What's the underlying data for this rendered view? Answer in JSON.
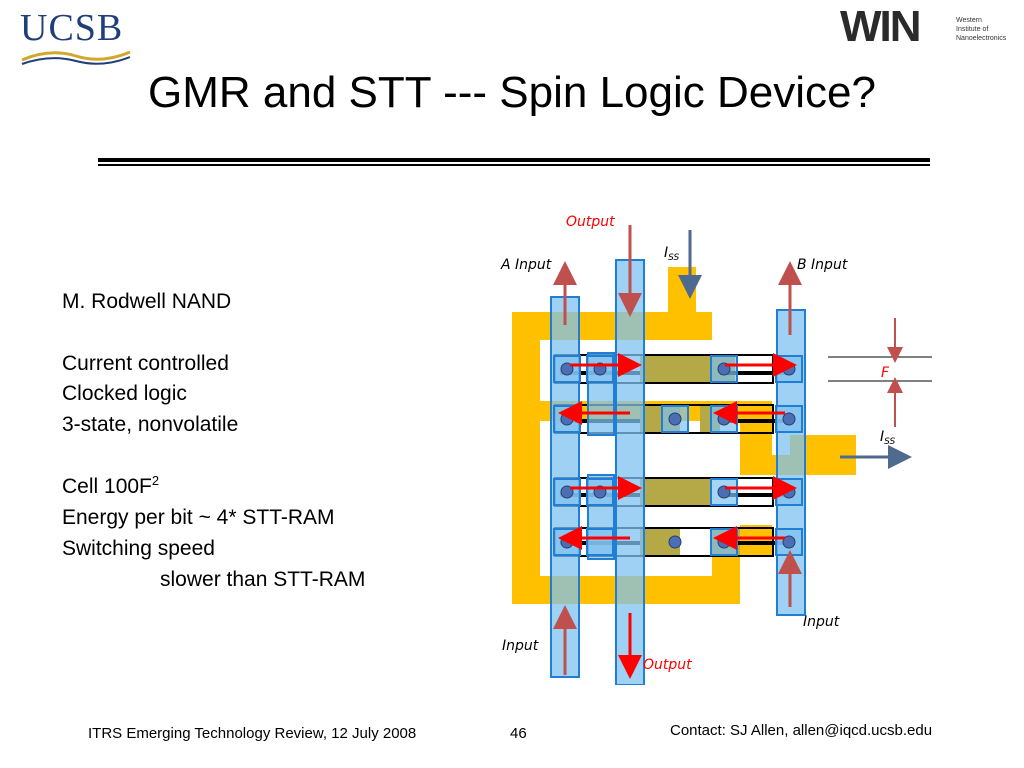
{
  "header": {
    "ucsb_logo_text": "UCSB",
    "win_logo_text": "WIN",
    "win_logo_lines": [
      "Western",
      "Institute of",
      "Nanoelectronics"
    ]
  },
  "title": "GMR and STT --- Spin Logic Device?",
  "body": {
    "author_line": "M. Rodwell   NAND",
    "features": [
      "Current controlled",
      "Clocked logic",
      "3-state, nonvolatile"
    ],
    "cell_label": "Cell  100F",
    "cell_superscript": "2",
    "energy": "Energy per bit ~ 4* STT-RAM",
    "speed": "Switching speed",
    "speed_detail": "slower than STT-RAM"
  },
  "diagram_labels": {
    "output_top": "Output",
    "iss_top_main": "I",
    "iss_top_sub": "SS",
    "a_input": "A  Input",
    "b_input": "B  Input",
    "f": "F",
    "iss_right_main": "I",
    "iss_right_sub": "SS",
    "input_bottom_left": "Input",
    "output_bottom": "Output",
    "input_bottom_right": "Input"
  },
  "colors": {
    "gold": "#ffc000",
    "olive": "#b5a846",
    "light_blue": "#7fc2f0",
    "blue_border": "#1f7fd6",
    "dot": "#4a6fb5",
    "red_arrow": "#ff0000",
    "muted_red": "#c0504d",
    "steel_blue": "#4f6a8f"
  },
  "footer": {
    "left": "ITRS Emerging Technology Review, 12 July 2008",
    "page": "46",
    "contact": "Contact: SJ Allen, allen@iqcd.ucsb.edu"
  }
}
